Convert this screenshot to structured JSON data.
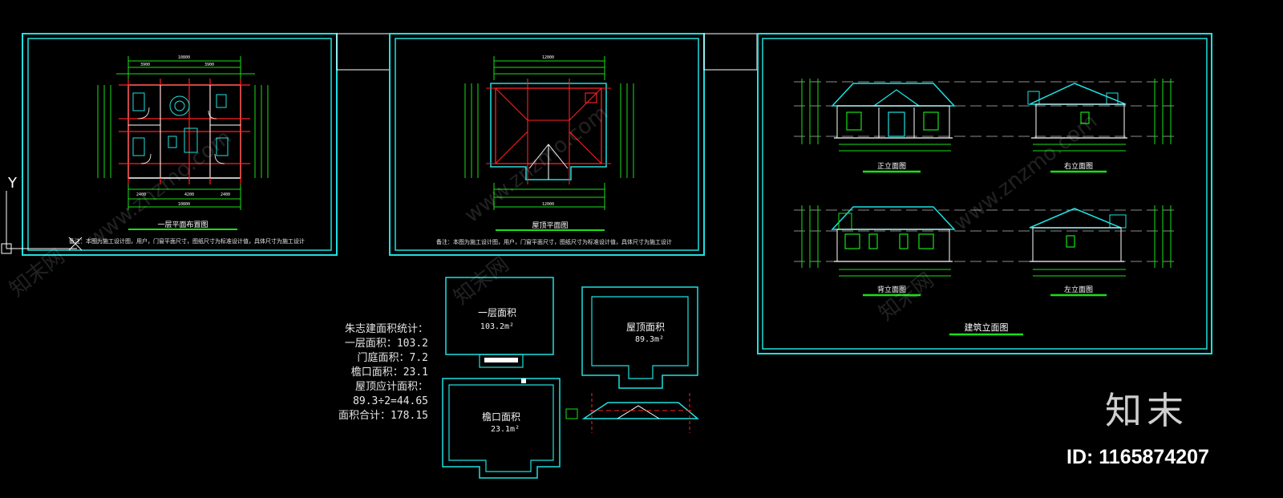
{
  "sheets": {
    "floor_plan_title": "一层平面布置图",
    "roof_plan_title": "屋顶平面图",
    "elevations_title": "建筑立面图",
    "note_text": "备注：本图为施工设计图，用户，门窗平面尺寸，图纸尺寸为标准设计值，具体尺寸为施工设计"
  },
  "elevations": {
    "front": "正立面图",
    "right": "右立面图",
    "back": "背立面图",
    "left": "左立面图"
  },
  "area_stats": {
    "heading": "朱志建面积统计：",
    "lines": [
      "一层面积：103.2",
      "门庭面积：7.2",
      "檐口面积：23.1",
      "屋顶应计面积：",
      "89.3÷2=44.65",
      "面积合计：178.15"
    ]
  },
  "area_boxes": {
    "first_floor": {
      "name": "一层面积",
      "value": "103.2m²"
    },
    "roof": {
      "name": "屋顶面积",
      "value": "89.3m²"
    },
    "eaves": {
      "name": "檐口面积",
      "value": "23.1m²"
    }
  },
  "axis": {
    "y_label": "Y"
  },
  "brand": {
    "name": "知末",
    "id": "ID: 1165874207"
  },
  "watermark": {
    "text": "www.znzmo.com",
    "cn": "知末网"
  },
  "colors": {
    "cyan": "#1fe0e0",
    "green": "#18e018",
    "red": "#ff2020",
    "white": "#ffffff",
    "background": "#000000"
  }
}
